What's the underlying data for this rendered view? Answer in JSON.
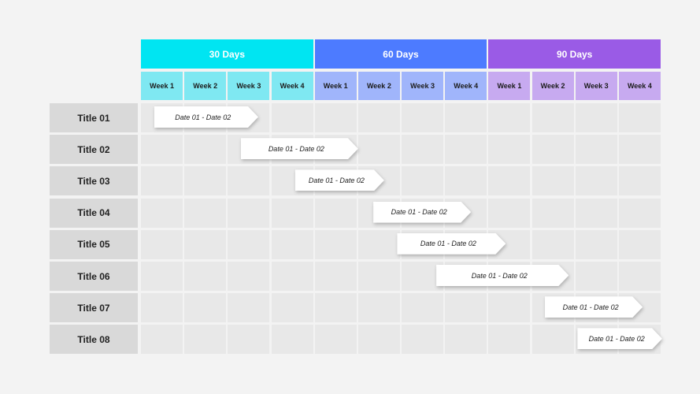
{
  "colors": {
    "phase_30": "#00e5f2",
    "phase_60": "#4d7bff",
    "phase_90": "#9a5be6",
    "week_30": "#7fe8f2",
    "week_60": "#a0b5fb",
    "week_90": "#c7aaf0",
    "cell": "#e8e8e8",
    "title_cell": "#d9d9d9",
    "background": "#f3f3f3"
  },
  "phases": [
    {
      "label": "30 Days",
      "weeks": [
        "Week 1",
        "Week 2",
        "Week 3",
        "Week 4"
      ]
    },
    {
      "label": "60 Days",
      "weeks": [
        "Week 1",
        "Week 2",
        "Week 3",
        "Week 4"
      ]
    },
    {
      "label": "90 Days",
      "weeks": [
        "Week 1",
        "Week 2",
        "Week 3",
        "Week 4"
      ]
    }
  ],
  "tasks": [
    {
      "title": "Title 01",
      "label": "Date 01 - Date 02",
      "start_week": 0.3,
      "end_week": 2.7
    },
    {
      "title": "Title 02",
      "label": "Date 01 - Date 02",
      "start_week": 2.3,
      "end_week": 5.0
    },
    {
      "title": "Title 03",
      "label": "Date 01 - Date 02",
      "start_week": 3.55,
      "end_week": 5.6
    },
    {
      "title": "Title 04",
      "label": "Date 01 - Date 02",
      "start_week": 5.35,
      "end_week": 7.6
    },
    {
      "title": "Title 05",
      "label": "Date 01 - Date 02",
      "start_week": 5.9,
      "end_week": 8.4
    },
    {
      "title": "Title 06",
      "label": "Date 01 - Date 02",
      "start_week": 6.8,
      "end_week": 9.85
    },
    {
      "title": "Title 07",
      "label": "Date 01 - Date 02",
      "start_week": 9.3,
      "end_week": 11.55
    },
    {
      "title": "Title 08",
      "label": "Date 01 - Date 02",
      "start_week": 10.05,
      "end_week": 12.0
    }
  ]
}
